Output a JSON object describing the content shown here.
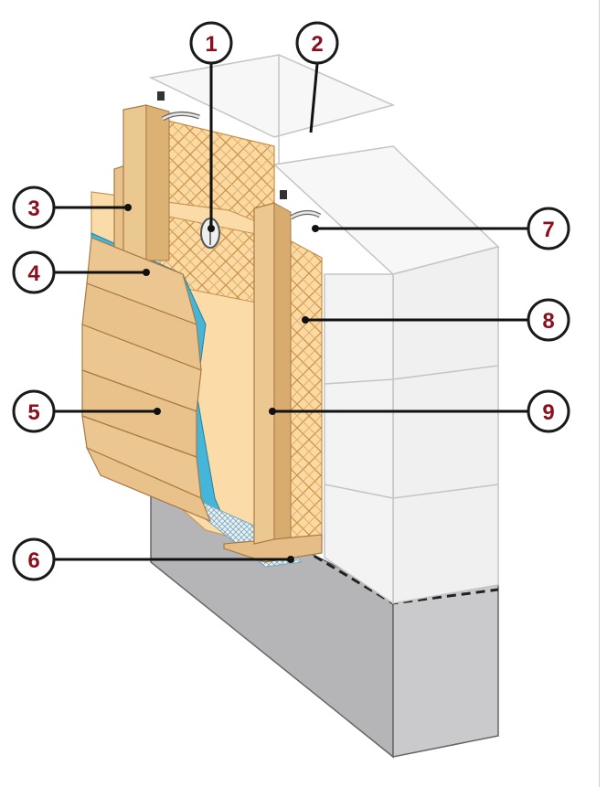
{
  "callouts": [
    {
      "number": "1",
      "part": "anchor-fastener"
    },
    {
      "number": "2",
      "part": "masonry-wall"
    },
    {
      "number": "3",
      "part": "vertical-batten"
    },
    {
      "number": "4",
      "part": "wind-barrier-membrane"
    },
    {
      "number": "5",
      "part": "wood-siding-boards"
    },
    {
      "number": "6",
      "part": "bottom-mesh-insect-screen"
    },
    {
      "number": "7",
      "part": "bracket"
    },
    {
      "number": "8",
      "part": "mineral-wool-insulation"
    },
    {
      "number": "9",
      "part": "wooden-stud"
    }
  ],
  "colors": {
    "number": "#8a1020",
    "wall_block": "#f7f7f7",
    "foundation": "#c3c3c6",
    "wood": "#ecc891",
    "insulation": "#fbd9a0",
    "membrane": "#45b5d8",
    "mesh": "#8fb8c8"
  }
}
